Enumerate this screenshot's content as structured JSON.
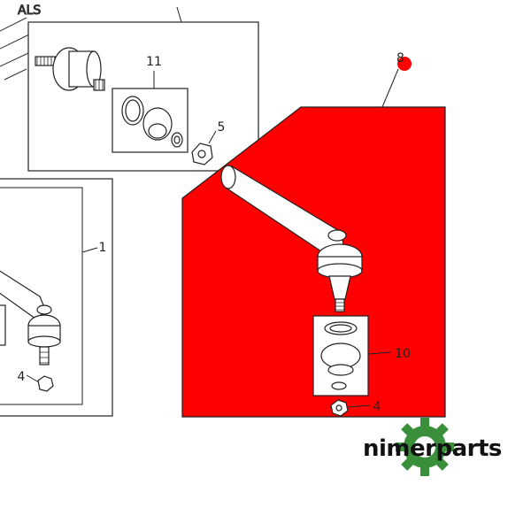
{
  "diagram": {
    "callouts": {
      "part_11": "11",
      "part_5": "5",
      "part_1": "1",
      "part_4_left": "4",
      "part_8": "8",
      "part_10": "10",
      "part_4_right": "4"
    },
    "highlight_color": "#ff0000",
    "line_color": "#222222"
  },
  "watermark": {
    "text": "nimerparts",
    "gear_color": "#3a8f3a"
  }
}
